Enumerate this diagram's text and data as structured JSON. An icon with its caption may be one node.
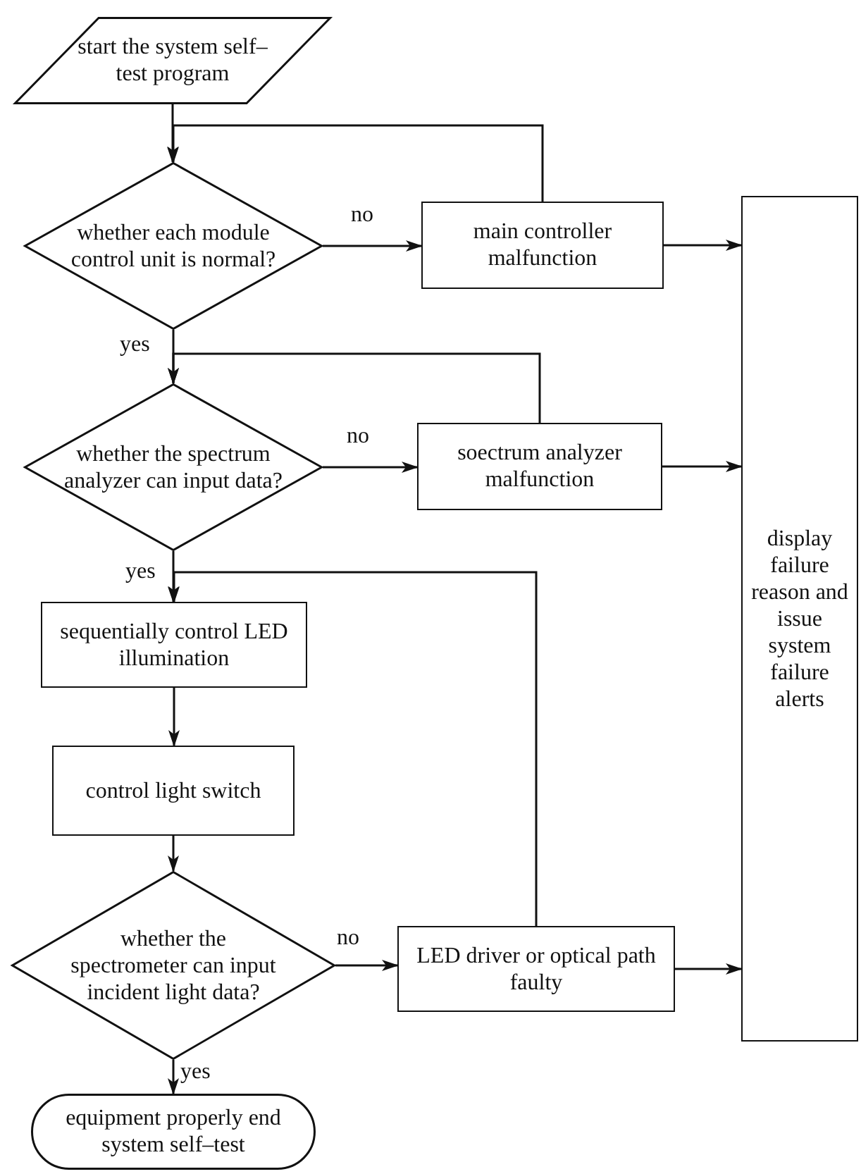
{
  "diagram": {
    "nodes": [
      {
        "text": [
          "start the system self–test program"
        ]
      },
      {
        "text": [
          "whether each module control unit is normal?"
        ]
      },
      {
        "text": [
          "main controller malfunction"
        ]
      },
      {
        "text": [
          "display failure reason and issue system failure alerts"
        ]
      },
      {
        "text": [
          "whether the spectrum analyzer can input data?"
        ]
      },
      {
        "text": [
          "soectrum analyzer malfunction"
        ]
      },
      {
        "text": [
          "sequentially control LED illumination"
        ]
      },
      {
        "text": [
          "control light switch"
        ]
      },
      {
        "text": [
          "whether the spectrometer can input incident light data?"
        ]
      },
      {
        "text": [
          "LED driver or optical path faulty"
        ]
      },
      {
        "text": [
          "equipment properly end system self–test"
        ]
      }
    ],
    "edges": [
      {
        "from": 0,
        "to": 1,
        "arrow": "to"
      },
      {
        "from": 1,
        "to": 2,
        "arrow": "to",
        "label": "no"
      },
      {
        "from": 2,
        "to": 1,
        "arrow": "to"
      },
      {
        "from": 2,
        "to": 3,
        "arrow": "to"
      },
      {
        "from": 1,
        "to": 4,
        "arrow": "to",
        "label": "yes"
      },
      {
        "from": 4,
        "to": 5,
        "arrow": "to",
        "label": "no"
      },
      {
        "from": 5,
        "to": 4,
        "arrow": "to"
      },
      {
        "from": 5,
        "to": 3,
        "arrow": "to"
      },
      {
        "from": 4,
        "to": 6,
        "arrow": "to",
        "label": "yes"
      },
      {
        "from": 9,
        "to": 6,
        "arrow": "to"
      },
      {
        "from": 6,
        "to": 7,
        "arrow": "to"
      },
      {
        "from": 7,
        "to": 8,
        "arrow": "to"
      },
      {
        "from": 8,
        "to": 9,
        "arrow": "to",
        "label": "no"
      },
      {
        "from": 9,
        "to": 3,
        "arrow": "to"
      },
      {
        "from": 8,
        "to": 10,
        "arrow": "to",
        "label": "yes"
      }
    ]
  }
}
